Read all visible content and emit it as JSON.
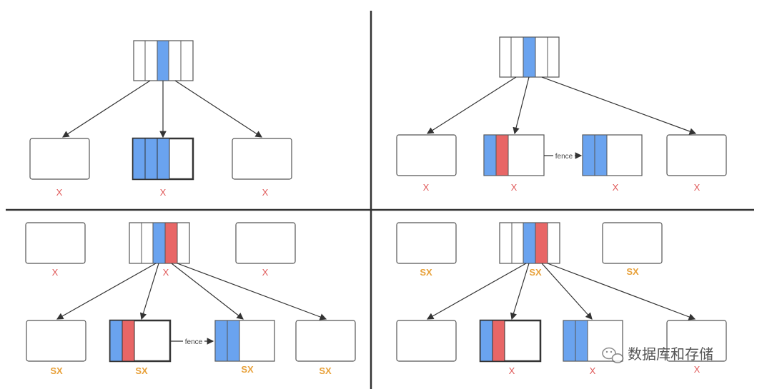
{
  "colors": {
    "blue": "#6aa3ef",
    "red": "#e86666",
    "box_stroke": "#555555",
    "x_label": "#e05a5a",
    "sx_label": "#e8a13a",
    "divider": "#333333"
  },
  "q1": {
    "label_left": "X",
    "label_mid": "X",
    "label_right": "X"
  },
  "q2": {
    "label_1": "X",
    "label_2": "X",
    "label_3": "X",
    "label_4": "X",
    "fence": "fence"
  },
  "q3": {
    "top_left": "X",
    "top_mid": "X",
    "top_right": "X",
    "b1": "SX",
    "b2": "SX",
    "b3": "SX",
    "b4": "SX",
    "fence": "fence"
  },
  "q4": {
    "top_left": "SX",
    "top_mid": "SX",
    "top_right": "SX",
    "b2": "X",
    "b3": "X",
    "b4": "X"
  },
  "watermark": {
    "text": "数据库和存储",
    "icon": "wechat-icon"
  }
}
